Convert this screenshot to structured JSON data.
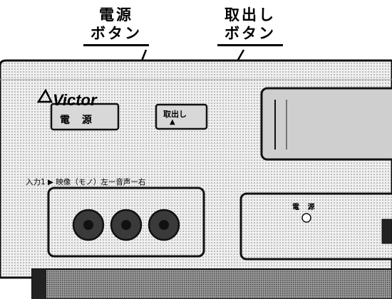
{
  "callouts": {
    "power": {
      "line1": "電源",
      "line2": "ボタン"
    },
    "eject": {
      "line1": "取出し",
      "line2": "ボタン"
    }
  },
  "panel": {
    "brand": "Victor",
    "power_button_label": "電 源",
    "eject_button_label": "取出し",
    "eject_symbol": "▲",
    "input_label": "入力1 ▶ 映像（モノ）左ー音声ー右",
    "sub_power_label": "電 源"
  },
  "colors": {
    "panel_fill": "#e9e9e9",
    "outline": "#111111",
    "jack_fill": "#3a3a3a",
    "dark_base": "#222222"
  }
}
